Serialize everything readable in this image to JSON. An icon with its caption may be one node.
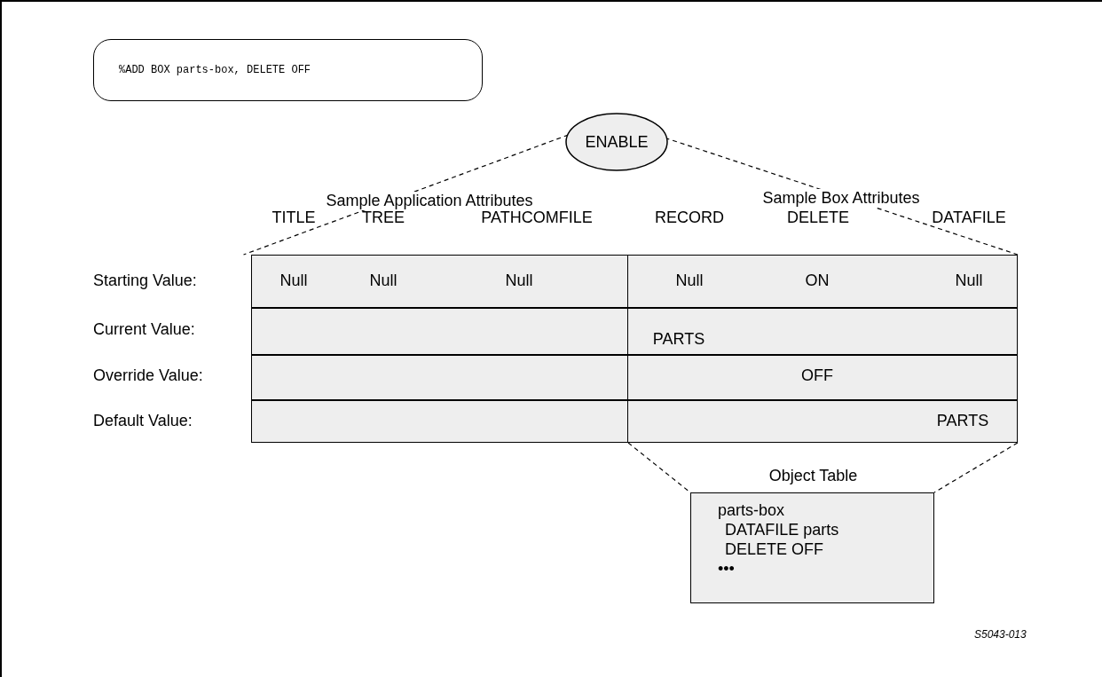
{
  "diagram": {
    "nodes": [
      {
        "text": [
          "%ADD BOX parts-box, DELETE OFF"
        ]
      },
      {
        "text": [
          "ENABLE"
        ]
      },
      {
        "text": [
          "Sample Application Attributes"
        ]
      },
      {
        "text": [
          "Sample Box Attributes"
        ]
      },
      {
        "text": [
          "Object Table",
          "parts-box",
          "DATAFILE parts",
          "DELETE OFF",
          "•••"
        ]
      }
    ],
    "edges": [
      {
        "from": 1,
        "to": 2,
        "arrow": "none",
        "style": "dashed"
      },
      {
        "from": 1,
        "to": 3,
        "arrow": "none",
        "style": "dashed"
      },
      {
        "from": 3,
        "to": 4,
        "arrow": "none",
        "style": "dashed"
      },
      {
        "from": 3,
        "to": 4,
        "arrow": "none",
        "style": "dashed"
      }
    ],
    "labels": [
      "TITLE",
      "TREE",
      "PATHCOMFILE",
      "RECORD",
      "DELETE",
      "DATAFILE",
      "Starting Value:",
      "Null",
      "Null",
      "Null",
      "Null",
      "ON",
      "Null",
      "Current Value:",
      "PARTS",
      "Override Value:",
      "OFF",
      "Default Value:",
      "PARTS",
      "S5043-013"
    ]
  }
}
